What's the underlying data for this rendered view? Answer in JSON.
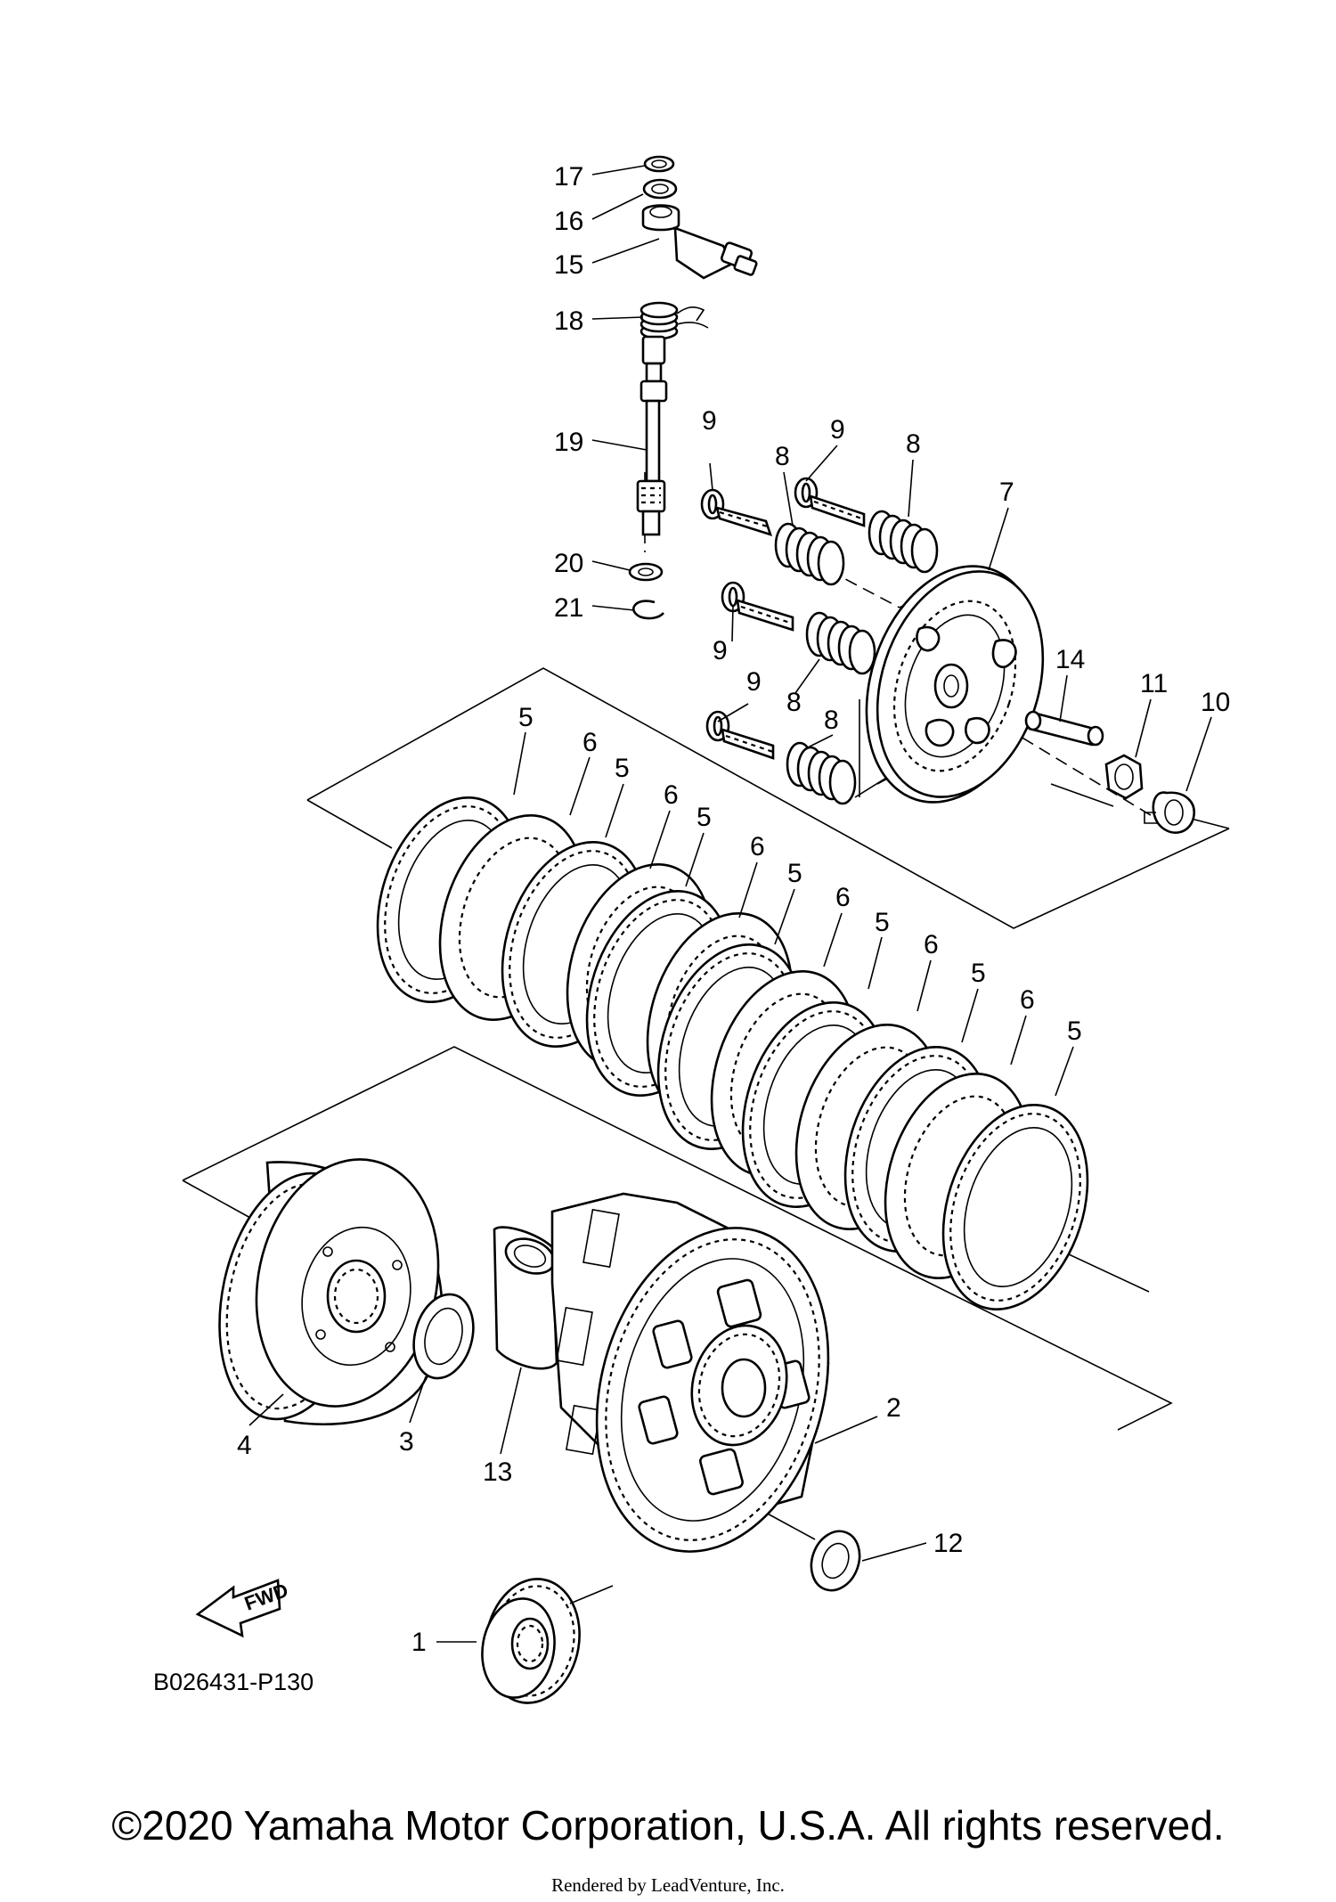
{
  "diagram": {
    "title": "",
    "callouts": {
      "c17": "17",
      "c16": "16",
      "c15": "15",
      "c18": "18",
      "c19": "19",
      "c20": "20",
      "c21": "21",
      "c9a": "9",
      "c9b": "9",
      "c9c": "9",
      "c9d": "9",
      "c8a": "8",
      "c8b": "8",
      "c8c": "8",
      "c8d": "8",
      "c7": "7",
      "c14": "14",
      "c11": "11",
      "c10": "10",
      "c5a": "5",
      "c6a": "6",
      "c5b": "5",
      "c6b": "6",
      "c5c": "5",
      "c6c": "6",
      "c5d": "5",
      "c6d": "6",
      "c5e": "5",
      "c6e": "6",
      "c5f": "5",
      "c6f": "6",
      "c5g": "5",
      "c4": "4",
      "c3": "3",
      "c13": "13",
      "c2": "2",
      "c12": "12",
      "c1": "1"
    },
    "fwd_badge": "FWD",
    "diagram_code": "B026431-P130"
  },
  "footer": {
    "copyright": "©2020 Yamaha Motor Corporation, U.S.A. All rights reserved.",
    "rendered_by": "Rendered by LeadVenture, Inc."
  }
}
